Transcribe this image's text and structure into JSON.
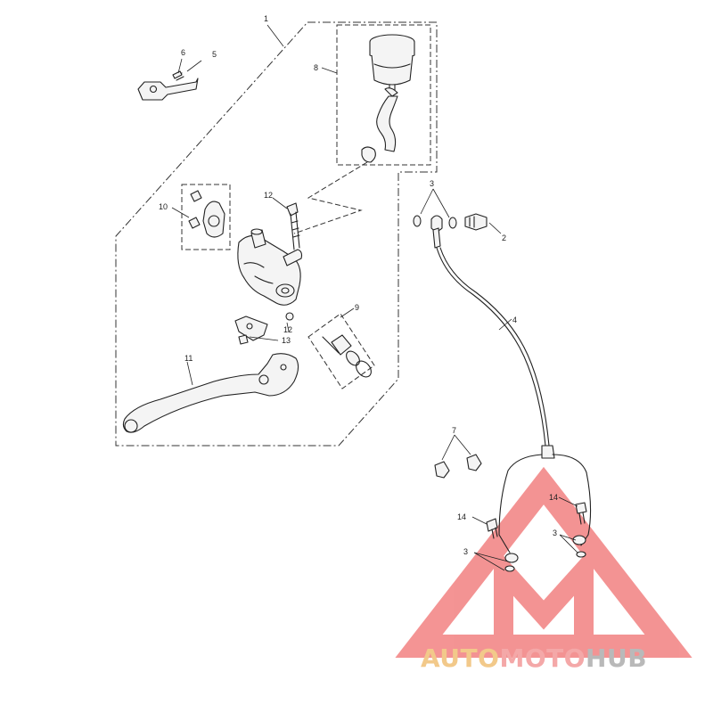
{
  "callouts": {
    "c1": "1",
    "c2": "2",
    "c3a": "3",
    "c3b": "3",
    "c3c": "3",
    "c4": "4",
    "c5": "5",
    "c6": "6",
    "c7": "7",
    "c8": "8",
    "c9": "9",
    "c10": "10",
    "c11": "11",
    "c12a": "12",
    "c12b": "12",
    "c13": "13",
    "c14a": "14",
    "c14b": "14"
  },
  "watermark": {
    "part1": "AUTO",
    "part2": "MOTO",
    "part3": "HUB",
    "color_auto": "#f2c98a",
    "color_moto": "#f4a8a8",
    "color_hub": "#b9b9b9",
    "logo_color": "#f07070"
  }
}
